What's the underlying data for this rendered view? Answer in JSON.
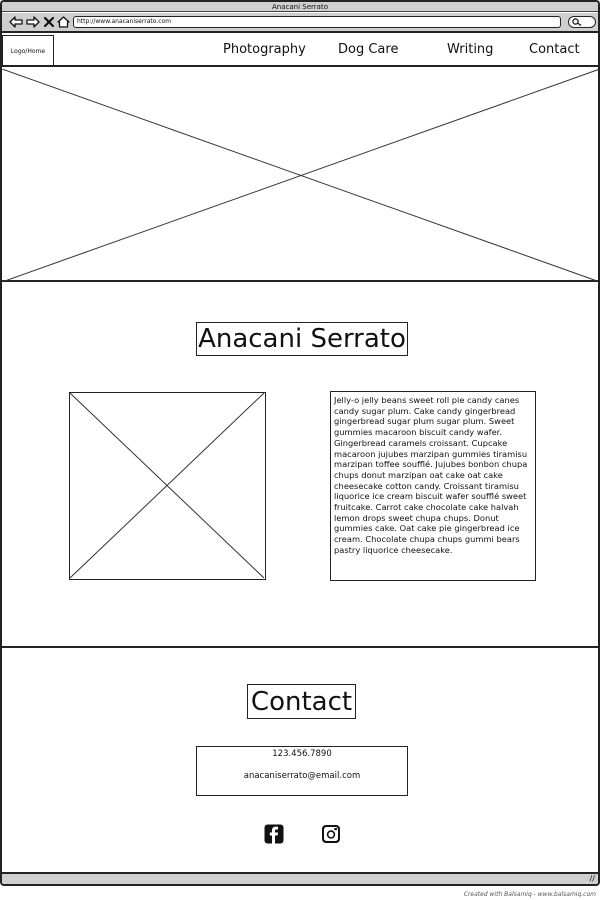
{
  "window": {
    "title": "Anacani Serrato",
    "url": "http://www.anacaniserrato.com"
  },
  "icons": {
    "back": "arrow-left-icon",
    "forward": "arrow-right-icon",
    "stop": "close-icon",
    "home": "home-icon",
    "search": "search-icon",
    "facebook": "facebook-icon",
    "instagram": "instagram-icon"
  },
  "header": {
    "logo": "Logo/Home",
    "nav": [
      "Photography",
      "Dog Care",
      "Writing",
      "Contact"
    ]
  },
  "about": {
    "title": "Anacani Serrato",
    "body": "Jelly-o jelly beans sweet roll pie candy canes candy sugar plum. Cake candy gingerbread gingerbread sugar plum sugar plum. Sweet gummies macaroon biscuit candy wafer. Gingerbread caramels croissant. Cupcake macaroon jujubes marzipan gummies tiramisu marzipan toffee soufflé. Jujubes bonbon chupa chups donut marzipan oat cake oat cake cheesecake cotton candy. Croissant tiramisu liquorice ice cream biscuit wafer soufflé sweet fruitcake. Carrot cake chocolate cake halvah lemon drops sweet chupa chups. Donut gummies cake. Oat cake pie gingerbread ice cream. Chocolate chupa chups gummi bears pastry liquorice cheesecake."
  },
  "contact": {
    "title": "Contact",
    "phone": "123.456.7890",
    "email": "anacaniserrato@email.com"
  },
  "footer": {
    "credit": "Created with Balsamiq - www.balsamiq.com"
  }
}
